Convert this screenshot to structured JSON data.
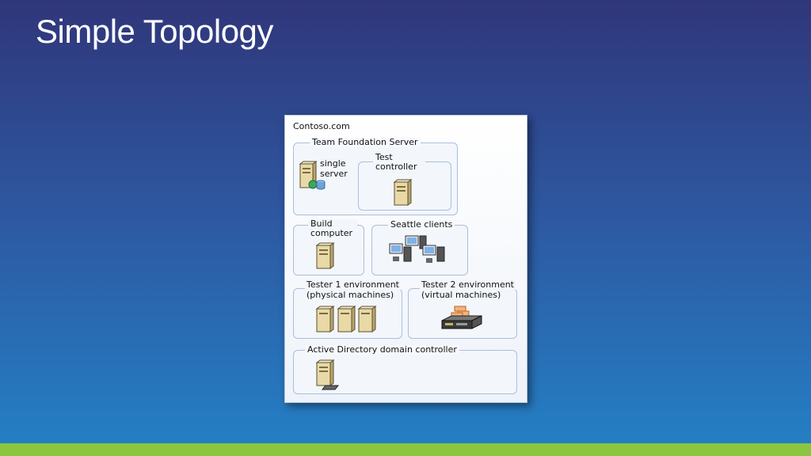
{
  "slide": {
    "title": "Simple Topology"
  },
  "diagram": {
    "domain": "Contoso.com",
    "tfs": {
      "label": "Team Foundation Server",
      "single_server_label": "single server",
      "test_controller_label": "Test controller"
    },
    "build": {
      "label": "Build computer"
    },
    "seattle": {
      "label": "Seattle clients"
    },
    "tester1": {
      "label_line1": "Tester 1 environment",
      "label_line2": "(physical machines)"
    },
    "tester2": {
      "label_line1": "Tester 2 environment",
      "label_line2": "(virtual machines)"
    },
    "ad": {
      "label": "Active Directory domain controller"
    }
  },
  "colors": {
    "background_top": "#30367a",
    "background_bottom": "#2481c6",
    "accent_bar": "#8cc63f",
    "group_border": "#a9bfdc"
  }
}
